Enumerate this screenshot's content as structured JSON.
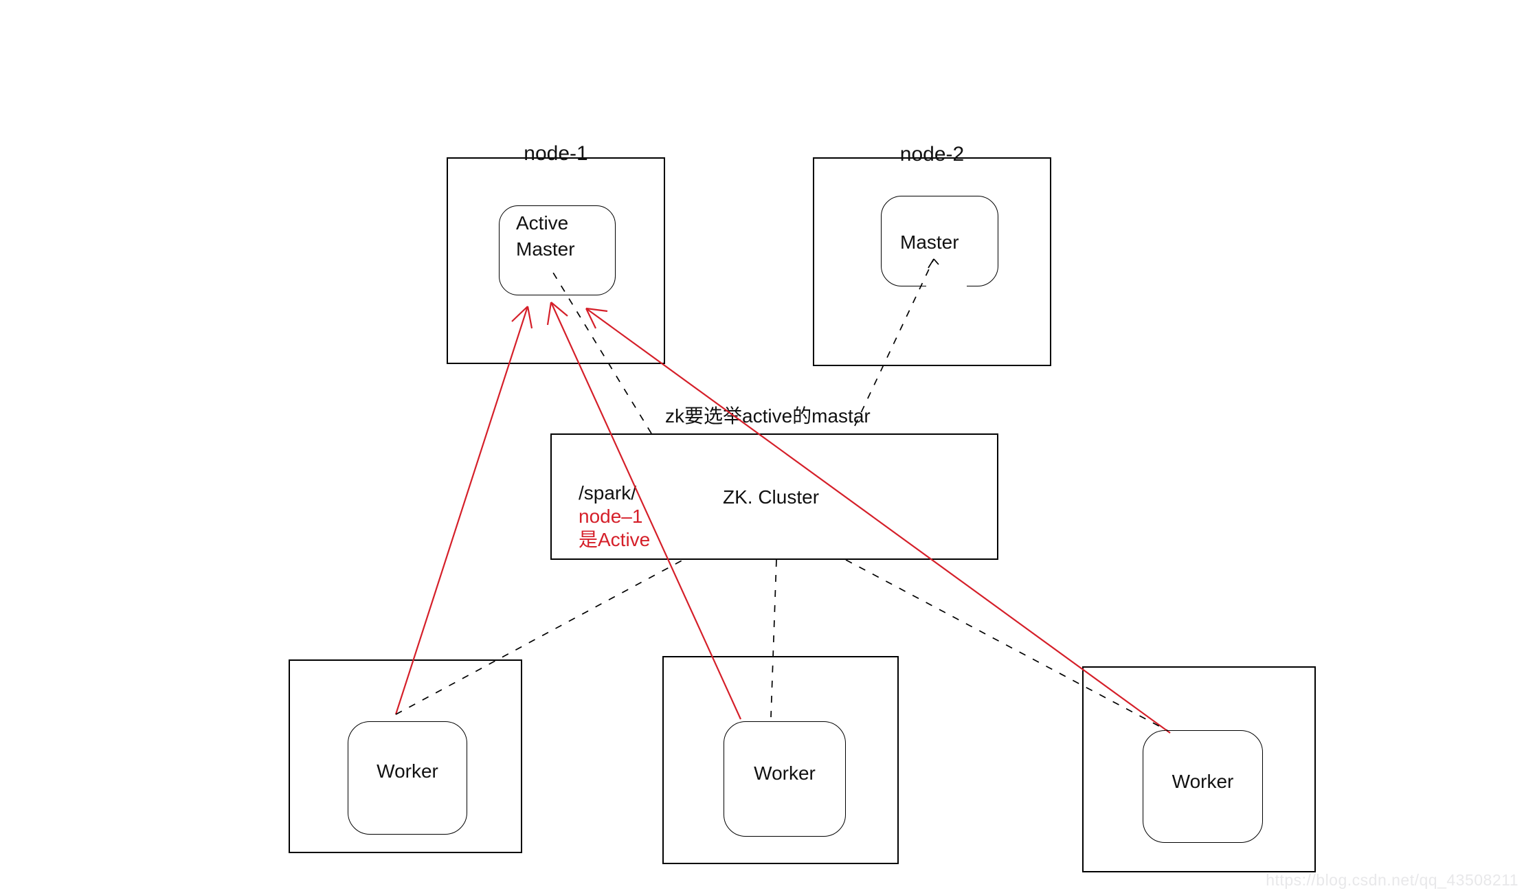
{
  "nodes": {
    "node1": {
      "title": "node-1",
      "master": {
        "line1": "Active",
        "line2": "Master"
      }
    },
    "node2": {
      "title": "node-2",
      "master_label": "Master"
    },
    "zk": {
      "title": "ZK. Cluster",
      "annotation": {
        "path": "/spark/",
        "line2": "node–1",
        "line3": "是Active"
      }
    },
    "workers": [
      {
        "label": "Worker"
      },
      {
        "label": "Worker"
      },
      {
        "label": "Worker"
      }
    ]
  },
  "notes": {
    "election": "zk要选举active的mastar"
  },
  "watermark": "https://blog.csdn.net/qq_43508211",
  "colors": {
    "red": "#d51f29",
    "line": "#000000",
    "watermark_gray": "#e8e8ea"
  }
}
